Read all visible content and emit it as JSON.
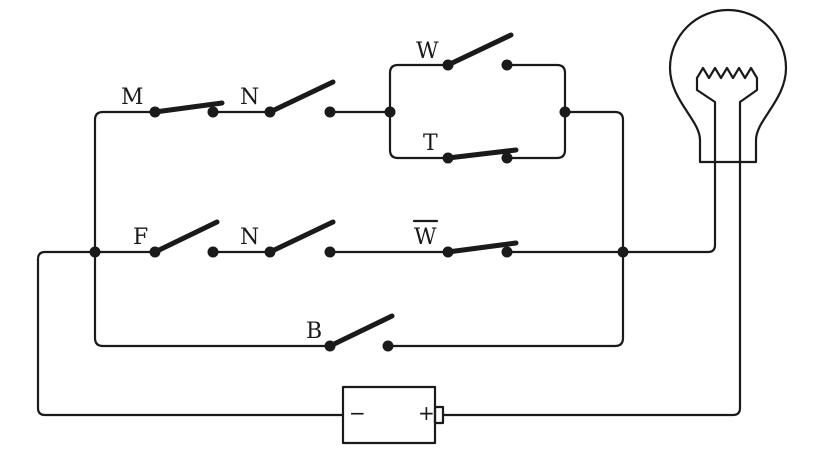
{
  "diagram": {
    "labels": {
      "m": "M",
      "n_top": "N",
      "w": "W",
      "t": "T",
      "f": "F",
      "n_mid": "N",
      "w_bar": "W",
      "b": "B"
    },
    "battery": {
      "minus": "−",
      "plus": "+"
    }
  }
}
